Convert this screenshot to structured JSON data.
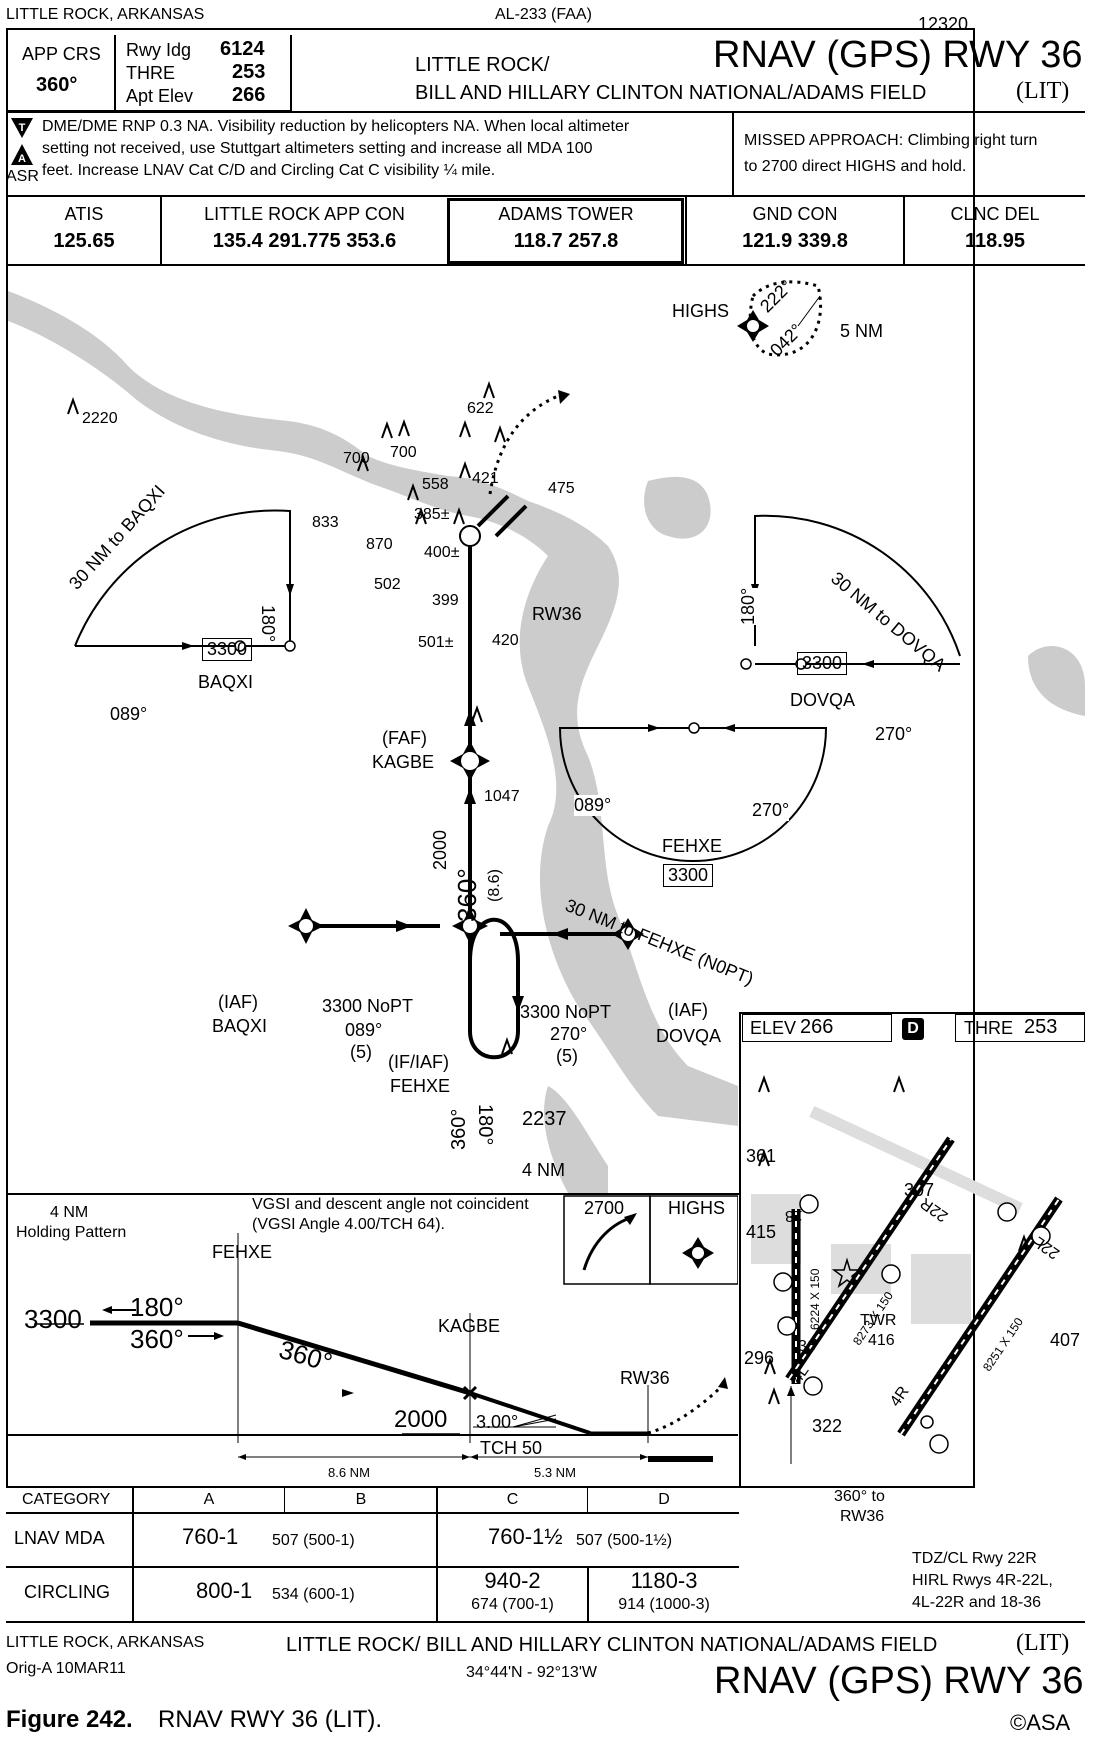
{
  "header": {
    "city_state": "LITTLE ROCK, ARKANSAS",
    "al_number": "AL-233 (FAA)",
    "chart_number": "12320",
    "app_crs_label": "APP CRS",
    "app_crs_value": "360°",
    "rwy_ldg_label": "Rwy Idg",
    "rwy_ldg_value": "6124",
    "thre_label": "THRE",
    "thre_value": "253",
    "apt_elev_label": "Apt Elev",
    "apt_elev_value": "266",
    "airport_line1": "LITTLE ROCK/",
    "airport_line2": "BILL AND HILLARY CLINTON NATIONAL/ADAMS FIELD",
    "airport_id": "(LIT)",
    "procedure_title": "RNAV (GPS) RWY 36"
  },
  "notes": {
    "text_line1": "DME/DME RNP 0.3 NA. Visibility reduction by helicopters NA. When local altimeter",
    "text_line2": "setting not received, use Stuttgart altimeters setting and increase all MDA 100",
    "text_line3": "feet. Increase LNAV Cat C/D and Circling Cat C visibility ¼ mile.",
    "asr_label": "ASR",
    "missed_approach_line1": "MISSED APPROACH: Climbing right turn",
    "missed_approach_line2": "to 2700 direct HIGHS and hold."
  },
  "comms": [
    {
      "name": "ATIS",
      "freq": "125.65"
    },
    {
      "name": "LITTLE ROCK APP CON",
      "freq": "135.4  291.775  353.6"
    },
    {
      "name": "ADAMS TOWER",
      "freq": "118.7  257.8"
    },
    {
      "name": "GND CON",
      "freq": "121.9  339.8"
    },
    {
      "name": "CLNC DEL",
      "freq": "118.95"
    }
  ],
  "plan_view": {
    "highs_label": "HIGHS",
    "highs_inbound": "222°",
    "highs_outbound": "042°",
    "highs_leg": "5 NM",
    "baqxi_taa": "30 NM to BAQXI",
    "baqxi_alt": "3300",
    "baqxi_name": "BAQXI",
    "baqxi_bearing1": "089°",
    "baqxi_bearing2": "180°",
    "dovqa_taa": "30 NM to DOVQA",
    "dovqa_alt": "3300",
    "dovqa_name": "DOVQA",
    "dovqa_bearing1": "270°",
    "dovqa_bearing2": "180°",
    "fehxe_taa": "30 NM to FEHXE (N0PT)",
    "fehxe_alt": "3300",
    "fehxe_name": "FEHXE",
    "fehxe_bearing1": "089°",
    "fehxe_bearing2": "270°",
    "faf_label": "(FAF)",
    "kagbe_name": "KAGBE",
    "course_alt": "2000",
    "course": "360°",
    "course_dist": "(8.6)",
    "iaf_label": "(IAF)",
    "iaf_baqxi": "BAQXI",
    "iaf_dovqa": "DOVQA",
    "baqxi_nopt": "3300 NoPT",
    "baqxi_crs": "089°",
    "baqxi_dist": "(5)",
    "dovqa_nopt": "3300 NoPT",
    "dovqa_crs": "270°",
    "dovqa_dist": "(5)",
    "if_iaf_label": "(IF/IAF)",
    "if_fehxe": "FEHXE",
    "hold_in": "360°",
    "hold_out": "180°",
    "hold_leg": "4 NM",
    "rw36_label": "RW36",
    "obstacles": [
      "2220",
      "622",
      "700",
      "700",
      "558",
      "421",
      "475",
      "833",
      "385±",
      "870",
      "400±",
      "502",
      "399",
      "501±",
      "420",
      "1047",
      "2237"
    ]
  },
  "profile": {
    "holding_title_line1": "4 NM",
    "holding_title_line2": "Holding Pattern",
    "vgsi_note_line1": "VGSI and descent angle not coincident",
    "vgsi_note_line2": "(VGSI Angle 4.00/TCH 64).",
    "fehxe": "FEHXE",
    "alt_3300": "3300",
    "hold_out": "180°",
    "hold_in": "360°",
    "course": "360°",
    "kagbe": "KAGBE",
    "alt_2000": "2000",
    "angle": "3.00°",
    "tch": "TCH 50",
    "rw36": "RW36",
    "dist1": "8.6 NM",
    "dist2": "5.3 NM",
    "missed_alt": "2700",
    "missed_fix": "HIGHS"
  },
  "airport": {
    "elev_label": "ELEV",
    "elev_value": "266",
    "d_symbol": "D",
    "thre_label": "THRE",
    "thre_value": "253",
    "obstacles": [
      "361",
      "415",
      "307",
      "407",
      "296",
      "322"
    ],
    "twr_label": "TWR",
    "twr_elev": "416",
    "rwy18": "18",
    "rwy36": "36",
    "rwy22r": "22R",
    "rwy22l": "22L",
    "rwy4r": "4R",
    "rwy4l": "4L",
    "dim_18": "6224 X 150",
    "dim_22r": "8273 X 150",
    "dim_22l": "8251 X 150",
    "approach_note_line1": "360° to",
    "approach_note_line2": "RW36",
    "lighting_line1": "TDZ/CL Rwy 22R",
    "lighting_line2": "HIRL Rwys 4R-22L,",
    "lighting_line3": "4L-22R and 18-36"
  },
  "minimums": {
    "category_label": "CATEGORY",
    "categories": [
      "A",
      "B",
      "C",
      "D"
    ],
    "lnav_label": "LNAV  MDA",
    "lnav_ab_main": "760-1",
    "lnav_ab_sub": "507 (500-1)",
    "lnav_cd_main": "760-1½",
    "lnav_cd_sub": "507 (500-1½)",
    "circling_label": "CIRCLING",
    "circ_ab_main": "800-1",
    "circ_ab_sub": "534 (600-1)",
    "circ_c_main": "940-2",
    "circ_c_sub": "674 (700-1)",
    "circ_d_main": "1180-3",
    "circ_d_sub": "914 (1000-3)"
  },
  "footer": {
    "city_state": "LITTLE ROCK, ARKANSAS",
    "amendment": "Orig-A  10MAR11",
    "airport_line": "LITTLE ROCK/ BILL AND HILLARY CLINTON NATIONAL/ADAMS FIELD",
    "airport_id": "(LIT)",
    "coords": "34°44'N - 92°13'W",
    "procedure_title": "RNAV (GPS) RWY 36",
    "figure_label": "Figure 242.",
    "figure_caption": "RNAV RWY 36 (LIT).",
    "copyright": "©ASA"
  }
}
